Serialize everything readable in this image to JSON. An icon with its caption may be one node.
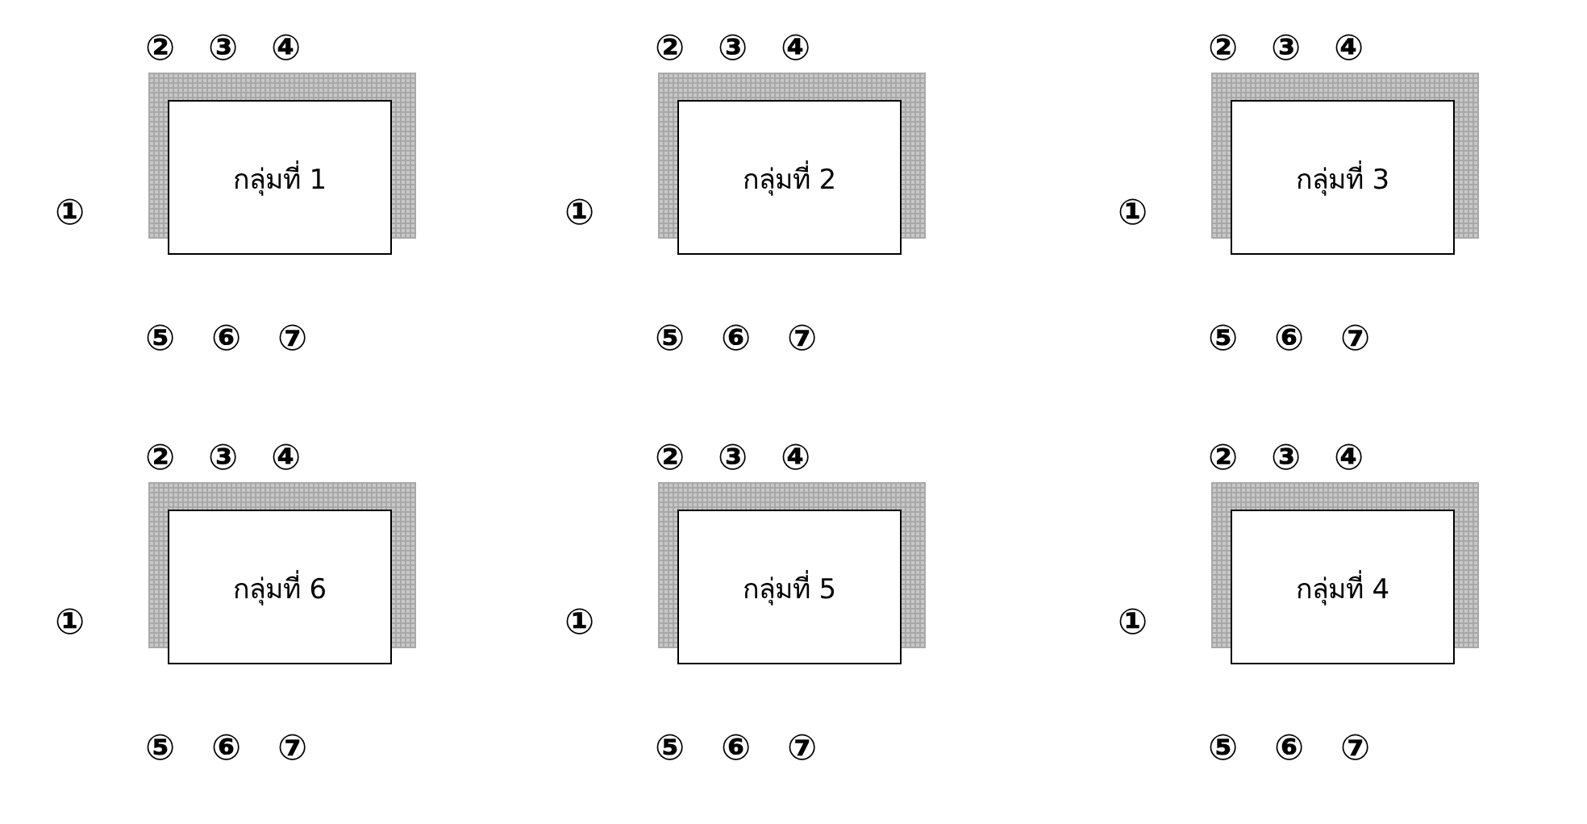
{
  "diagram": {
    "nodes": [
      {
        "text": [
          "กลุ่มที่ 1"
        ]
      },
      {
        "text": [
          "กลุ่มที่ 2"
        ]
      },
      {
        "text": [
          "กลุ่มที่ 3"
        ]
      },
      {
        "text": [
          "กลุ่มที่ 6"
        ]
      },
      {
        "text": [
          "กลุ่มที่ 5"
        ]
      },
      {
        "text": [
          "กลุ่มที่ 4"
        ]
      }
    ],
    "labels": [
      "②",
      "③",
      "④",
      "②",
      "③",
      "④",
      "②",
      "③",
      "④",
      "①",
      "①",
      "①",
      "⑤",
      "⑥",
      "⑦",
      "⑤",
      "⑥",
      "⑦",
      "⑤",
      "⑥",
      "⑦",
      "②",
      "③",
      "④",
      "②",
      "③",
      "④",
      "②",
      "③",
      "④",
      "①",
      "①",
      "①",
      "⑤",
      "⑥",
      "⑦",
      "⑤",
      "⑥",
      "⑦",
      "⑤",
      "⑥",
      "⑦"
    ]
  }
}
